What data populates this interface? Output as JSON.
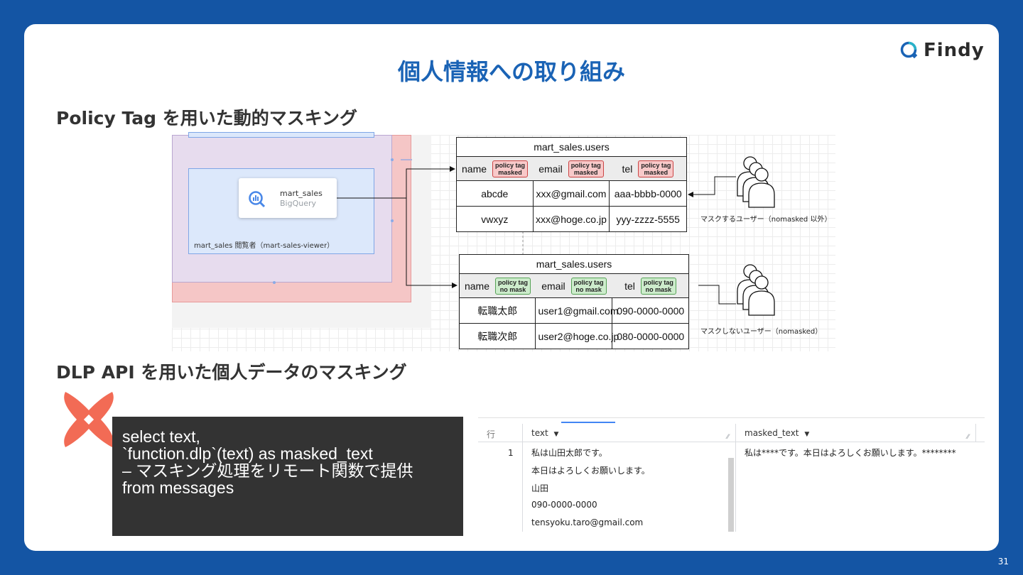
{
  "slide": {
    "title": "個人情報への取り組み",
    "page_number": "31",
    "logo_text": "Findy"
  },
  "section1": {
    "heading": "Policy Tag を用いた動的マスキング"
  },
  "diagram": {
    "bigquery_card": {
      "name": "mart_sales",
      "service": "BigQuery"
    },
    "viewer_group_label": "mart_sales 閲覧者（mart-sales-viewer）",
    "masked_table": {
      "table_name": "mart_sales.users",
      "columns": [
        {
          "name": "name",
          "tag": "policy tag\nmasked"
        },
        {
          "name": "email",
          "tag": "policy tag\nmasked"
        },
        {
          "name": "tel",
          "tag": "policy tag\nmasked"
        }
      ],
      "rows": [
        [
          "abcde",
          "xxx@gmail.com",
          "aaa-bbbb-0000"
        ],
        [
          "vwxyz",
          "xxx@hoge.co.jp",
          "yyy-zzzz-5555"
        ]
      ]
    },
    "unmasked_table": {
      "table_name": "mart_sales.users",
      "columns": [
        {
          "name": "name",
          "tag": "policy tag\nno mask"
        },
        {
          "name": "email",
          "tag": "policy tag\nno mask"
        },
        {
          "name": "tel",
          "tag": "policy tag\nno mask"
        }
      ],
      "rows": [
        [
          "転職太郎",
          "user1@gmail.com",
          "090-0000-0000"
        ],
        [
          "転職次郎",
          "user2@hoge.co.jp",
          "080-0000-0000"
        ]
      ]
    },
    "masked_user_label": "マスクするユーザー（nomasked 以外）",
    "unmasked_user_label": "マスクしないユーザー（nomasked）"
  },
  "section2": {
    "heading": "DLP API を用いた個人データのマスキング",
    "code_lines": [
      "select text,",
      "`function.dlp`(text) as masked_text",
      "– マスキング処理をリモート関数で提供",
      "from messages"
    ]
  },
  "result_table": {
    "row_header": "行",
    "col_text": "text",
    "col_masked": "masked_text",
    "row_number": "1",
    "text_lines": [
      "私は山田太郎です。",
      "本日はよろしくお願いします。",
      "山田",
      "090-0000-0000",
      "tensyoku.taro@gmail.com"
    ],
    "masked_value": "私は****です。本日はよろしくお願いします。********"
  },
  "colors": {
    "background": "#1455a4",
    "title": "#1a63b5",
    "masked_tag": "#f8c9c9",
    "no_mask_tag": "#cdeccc",
    "dlp_logo": "#f26b55"
  }
}
